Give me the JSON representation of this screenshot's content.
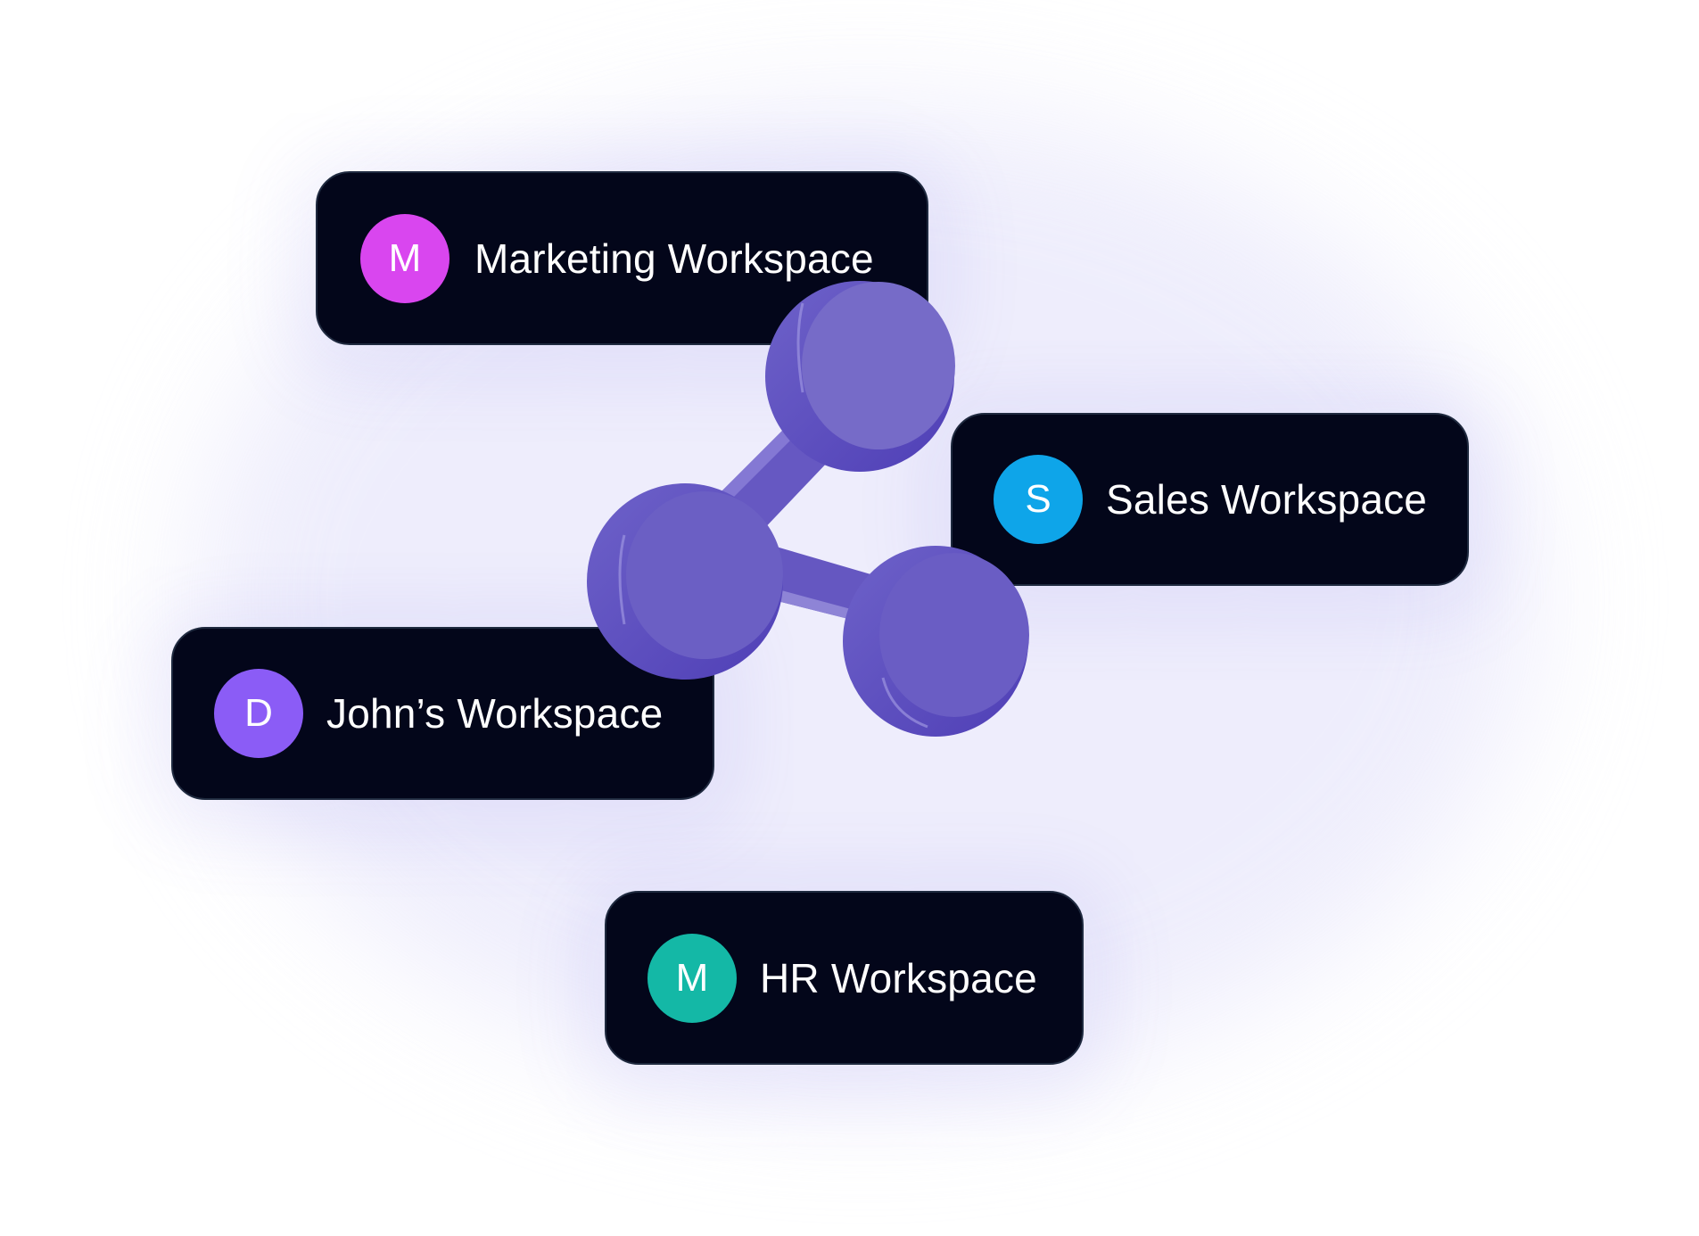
{
  "workspaces": [
    {
      "initial": "M",
      "name": "Marketing Workspace",
      "color": "#d946ef"
    },
    {
      "initial": "S",
      "name": "Sales Workspace",
      "color": "#0ea5e9"
    },
    {
      "initial": "D",
      "name": "John’s Workspace",
      "color": "#8b5cf6"
    },
    {
      "initial": "M",
      "name": "HR Workspace",
      "color": "#14b8a6"
    }
  ],
  "colors": {
    "card_bg": "#03061a",
    "molecule": "#6c61c6"
  }
}
